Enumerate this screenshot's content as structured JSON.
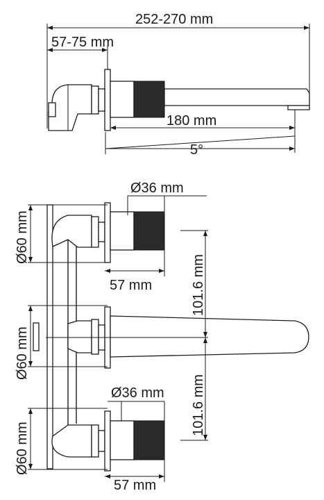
{
  "dimensions": {
    "total_projection": "252-270 mm",
    "wall_projection": "57-75 mm",
    "spout_length": "180 mm",
    "spout_angle": "5°",
    "handle_diameter_top": "Ø36 mm",
    "handle_diameter_bottom": "Ø36 mm",
    "rosette_top": "Ø60 mm",
    "rosette_middle": "Ø60 mm",
    "rosette_bottom": "Ø60 mm",
    "handle_length_top": "57 mm",
    "handle_length_bottom": "57 mm",
    "spacing_upper": "101.6 mm",
    "spacing_lower": "101.6 mm"
  },
  "colors": {
    "line": "#1a1a1a",
    "knurl": "#2b2b2b",
    "background": "#ffffff"
  }
}
